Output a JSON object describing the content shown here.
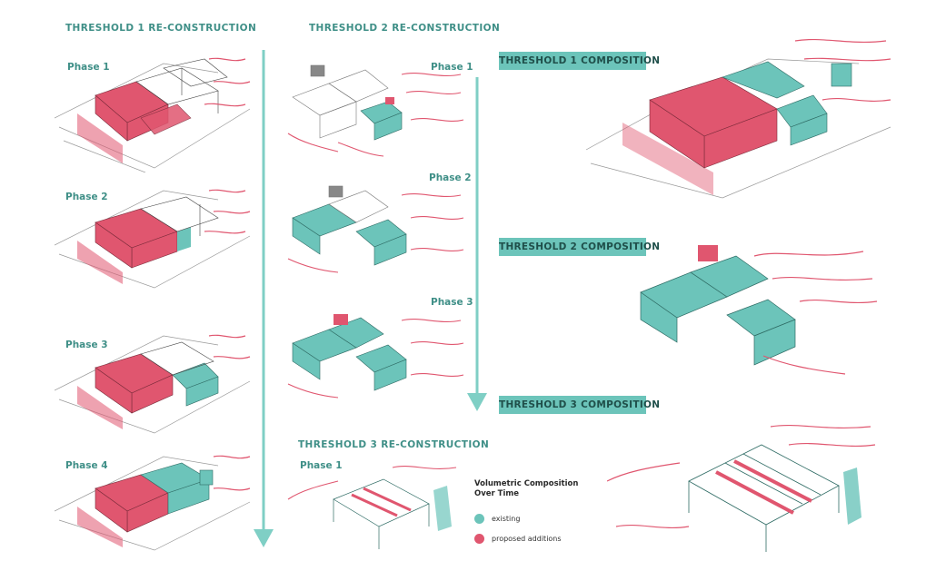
{
  "headers": {
    "t1_recon": "THRESHOLD 1 RE-CONSTRUCTION",
    "t2_recon": "THRESHOLD 2 RE-CONSTRUCTION",
    "t3_recon": "THRESHOLD 3 RE-CONSTRUCTION"
  },
  "badges": {
    "t1_comp": "THRESHOLD 1 COMPOSITION",
    "t2_comp": "THRESHOLD 2 COMPOSITION",
    "t3_comp": "THRESHOLD 3 COMPOSITION"
  },
  "t1_phases": [
    "Phase 1",
    "Phase 2",
    "Phase 3",
    "Phase 4"
  ],
  "t2_phases": [
    "Phase 1",
    "Phase 2",
    "Phase 3"
  ],
  "t3_phases": [
    "Phase 1"
  ],
  "legend": {
    "title": "Volumetric Composition Over Time",
    "existing": "existing",
    "proposed": "proposed additions"
  },
  "colors": {
    "existing": "#6cc4ba",
    "proposed": "#e0566f",
    "heading": "#3f8f87",
    "arrow": "#7fcfc5"
  }
}
